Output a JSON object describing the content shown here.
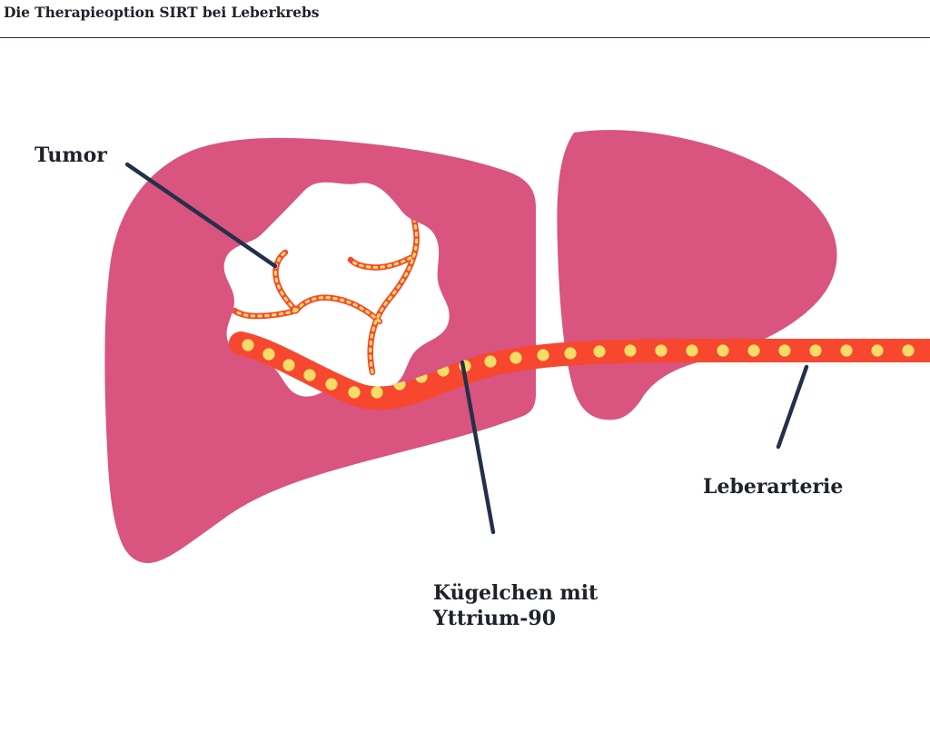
{
  "header": {
    "title": "Die Therapieoption SIRT bei Leberkrebs"
  },
  "illustration": {
    "subject": "liver-with-tumor-and-hepatic-artery",
    "colors": {
      "liver_pink": "#d9547f",
      "tumor_white": "#ffffff",
      "artery_red": "#f7482f",
      "microsphere_yellow": "#f7dc66",
      "leader_line_navy": "#23304a",
      "text_dark": "#1e2229",
      "background": "#ffffff",
      "rule": "#2b2f38"
    }
  },
  "labels": {
    "tumor": {
      "text": "Tumor",
      "lines": [
        "Tumor"
      ]
    },
    "leberarterie": {
      "text": "Leberarterie",
      "lines": [
        "Leberarterie"
      ]
    },
    "kuegelchen": {
      "text": "Kügelchen mit Yttrium-90",
      "line1": "Kügelchen mit",
      "line2": "Yttrium-90"
    }
  }
}
